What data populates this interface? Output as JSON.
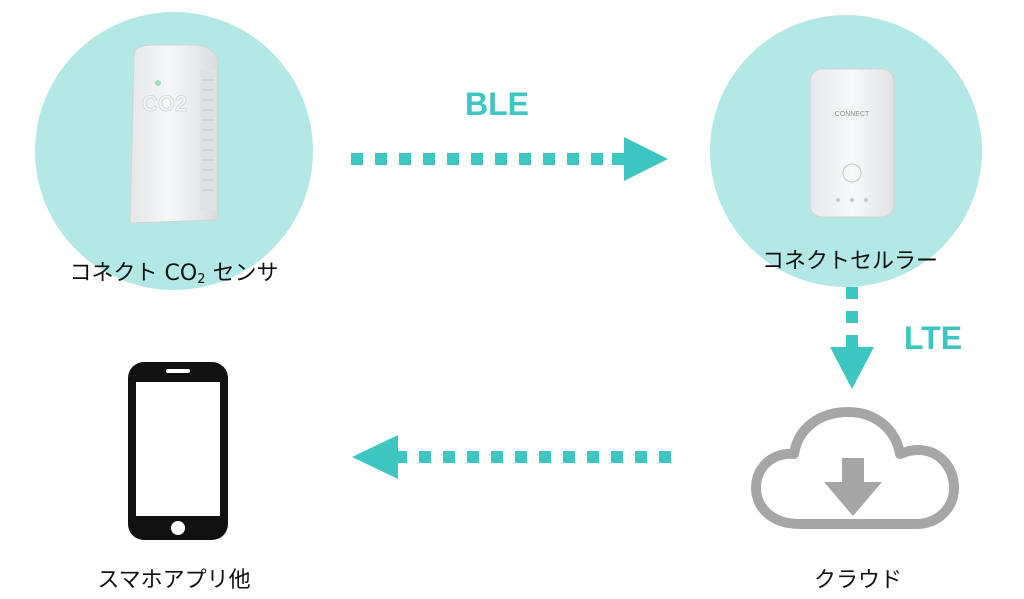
{
  "colors": {
    "circle": "#b4e8e6",
    "arrow": "#3ec7c2",
    "phone": "#111111",
    "cloud": "#a6a6a6"
  },
  "nodes": {
    "sensor": {
      "label_main": "コネクト CO",
      "label_sub": "2",
      "label_tail": " センサ",
      "device_text": "CO2"
    },
    "cellular": {
      "label": "コネクトセルラー",
      "device_text": "CONNECT"
    },
    "cloud": {
      "label": "クラウド"
    },
    "phone": {
      "label": "スマホアプリ他"
    }
  },
  "edges": [
    {
      "label": "BLE"
    },
    {
      "label": "LTE"
    },
    {
      "label": ""
    }
  ]
}
